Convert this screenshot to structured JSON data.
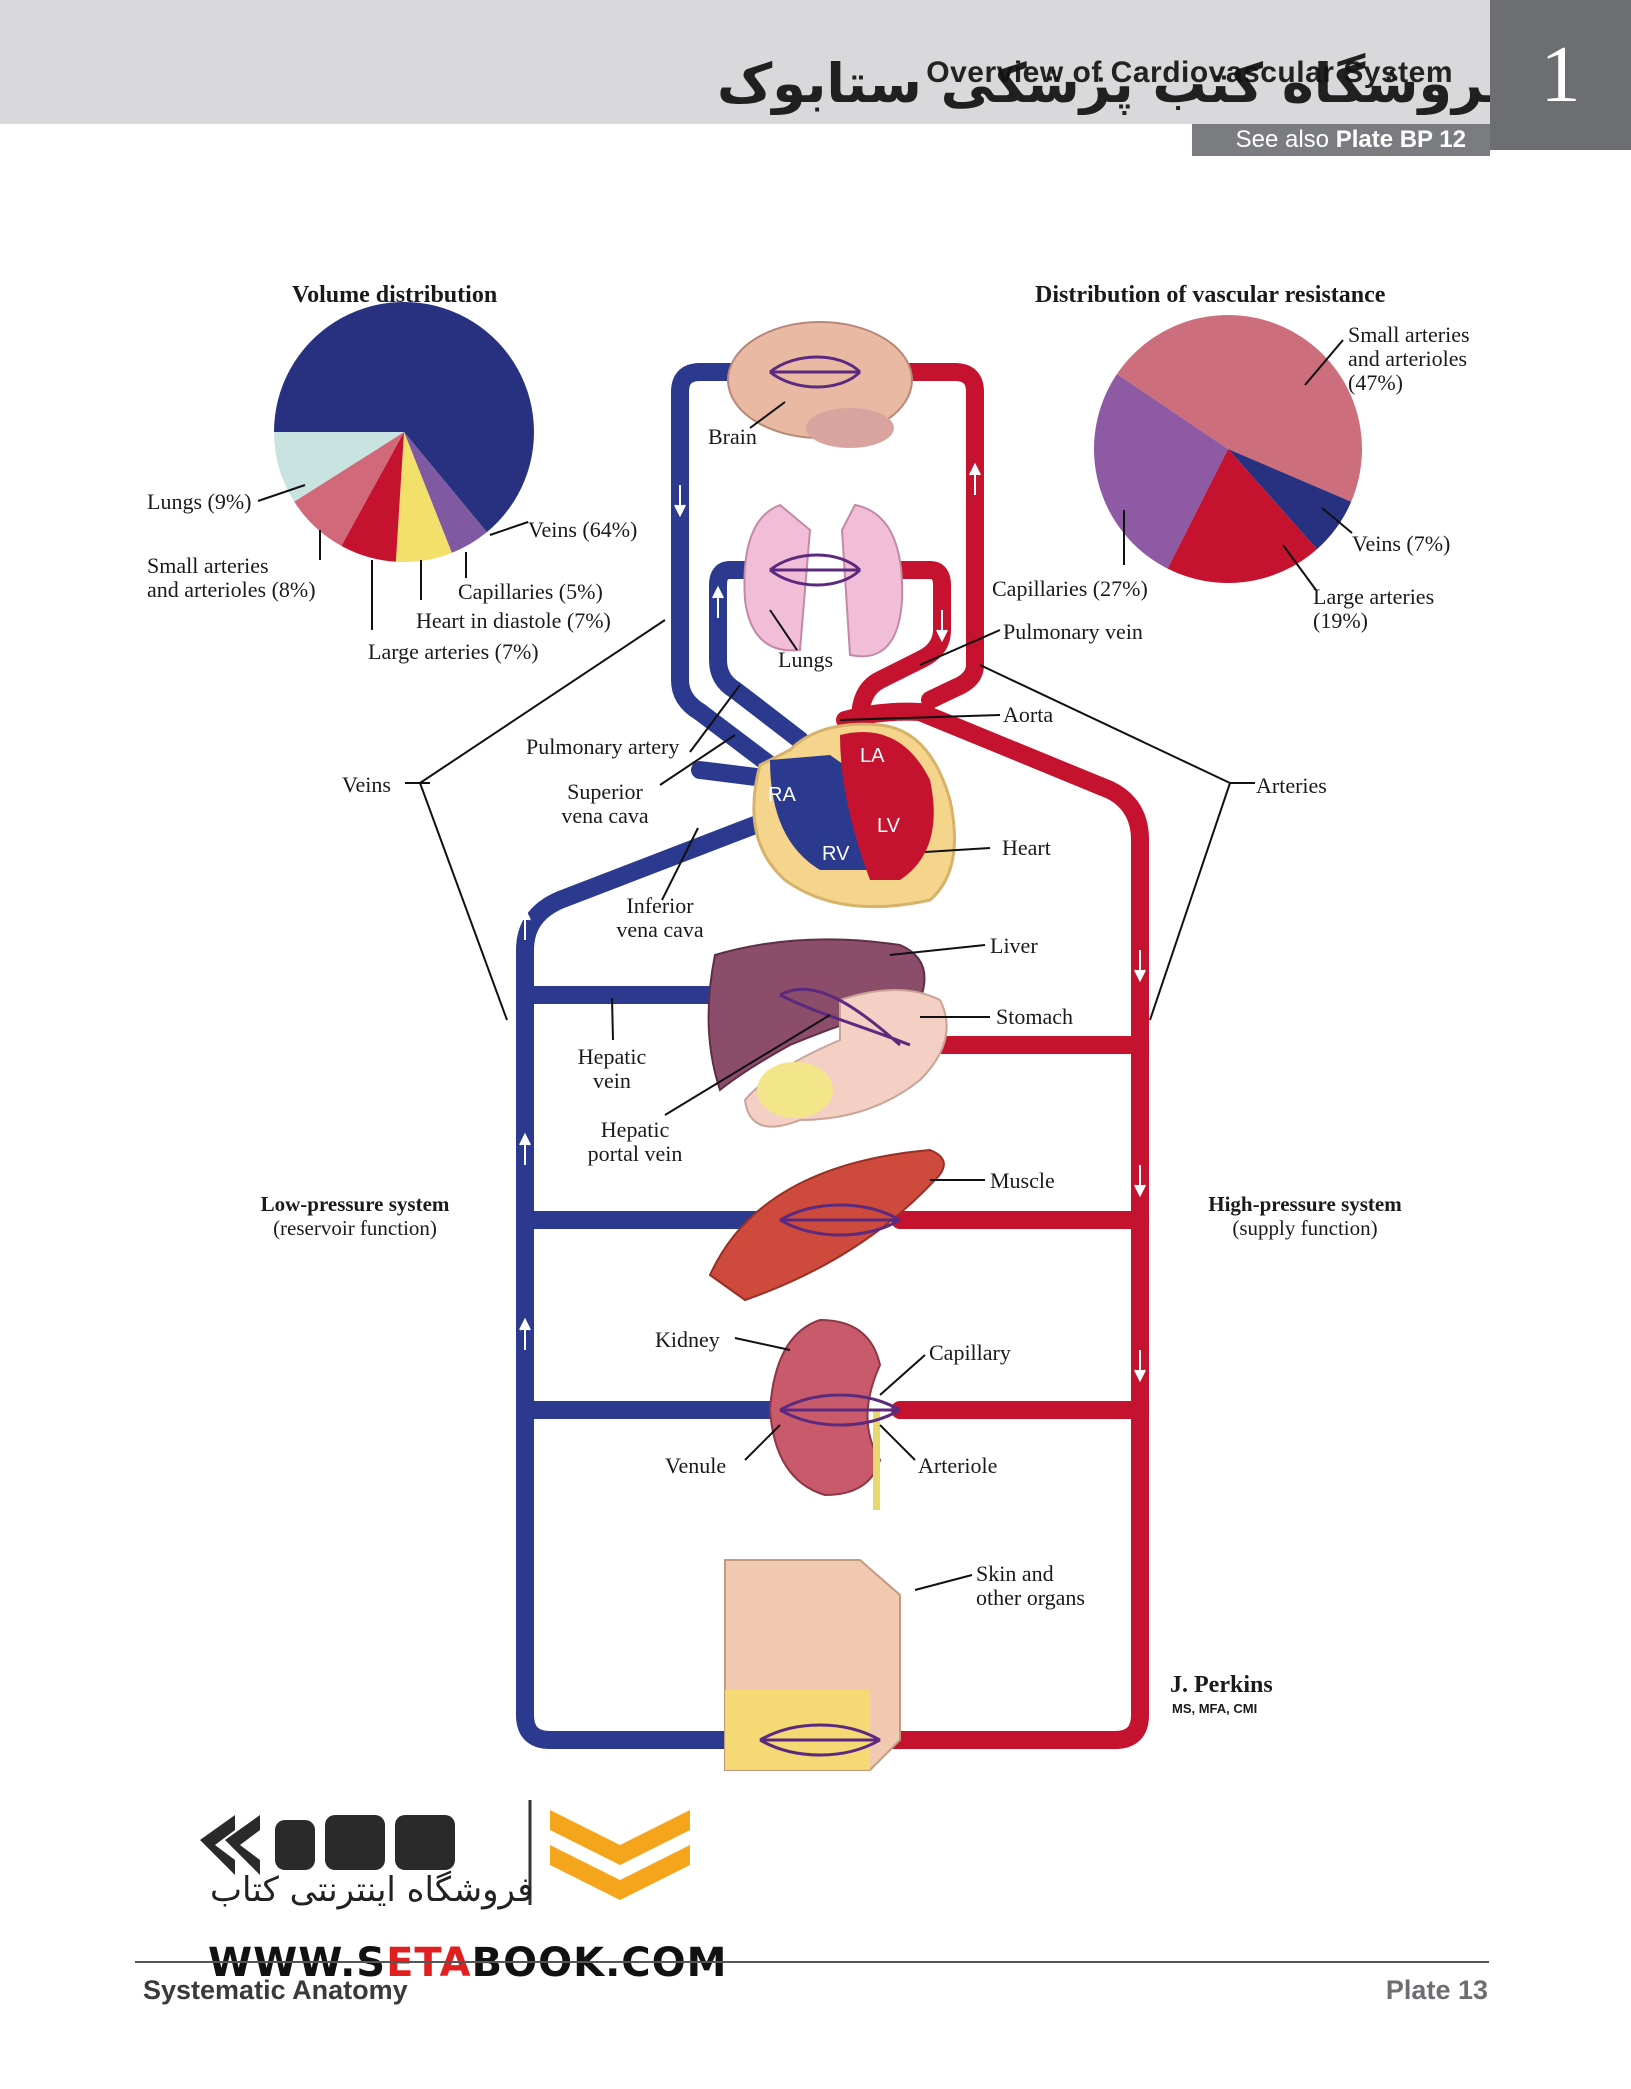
{
  "header": {
    "title": "Overview of Cardiovascular System",
    "persian_overlay": "فروشگاه کتب پزشکی ستابوک",
    "plate_number": "1",
    "see_also_prefix": "See also ",
    "see_also_ref": "Plate BP 12"
  },
  "charts": {
    "volume": {
      "title": "Volume distribution",
      "slices": [
        {
          "label": "Veins (64%)",
          "value": 64,
          "color": "#27317f"
        },
        {
          "label": "Capillaries (5%)",
          "value": 5,
          "color": "#7f5aa2"
        },
        {
          "label": "Heart in diastole (7%)",
          "value": 7,
          "color": "#f2e06a"
        },
        {
          "label": "Large arteries (7%)",
          "value": 7,
          "color": "#c4122f"
        },
        {
          "label": "Small arteries and arterioles (8%)",
          "value": 8,
          "color": "#d2697a"
        },
        {
          "label": "Lungs (9%)",
          "value": 9,
          "color": "#c9e4e0"
        }
      ],
      "labels": {
        "lungs": "Lungs (9%)",
        "small1": "Small arteries",
        "small2": "and arterioles (8%)",
        "veins": "Veins (64%)",
        "capillaries": "Capillaries (5%)",
        "heart": "Heart in diastole (7%)",
        "large": "Large arteries (7%)"
      }
    },
    "resistance": {
      "title": "Distribution of vascular resistance",
      "slices": [
        {
          "label": "Small arteries and arterioles (47%)",
          "value": 47,
          "color": "#cd6e7d"
        },
        {
          "label": "Veins (7%)",
          "value": 7,
          "color": "#27317f"
        },
        {
          "label": "Large arteries (19%)",
          "value": 19,
          "color": "#c4122f"
        },
        {
          "label": "Capillaries (27%)",
          "value": 27,
          "color": "#8e5aa3"
        }
      ],
      "labels": {
        "small1": "Small arteries",
        "small2": "and arterioles",
        "small3": "(47%)",
        "veins": "Veins (7%)",
        "large1": "Large arteries",
        "large2": "(19%)",
        "capillaries": "Capillaries (27%)"
      }
    }
  },
  "diagram": {
    "brain": "Brain",
    "lungs": "Lungs",
    "pulmonary_vein": "Pulmonary vein",
    "pulmonary_artery": "Pulmonary artery",
    "aorta": "Aorta",
    "superior_vena_cava_1": "Superior",
    "superior_vena_cava_2": "vena cava",
    "veins": "Veins",
    "arteries": "Arteries",
    "heart": "Heart",
    "inferior_vena_cava_1": "Inferior",
    "inferior_vena_cava_2": "vena cava",
    "liver": "Liver",
    "stomach": "Stomach",
    "hepatic_vein_1": "Hepatic",
    "hepatic_vein_2": "vein",
    "hepatic_portal_1": "Hepatic",
    "hepatic_portal_2": "portal vein",
    "muscle": "Muscle",
    "kidney": "Kidney",
    "capillary": "Capillary",
    "venule": "Venule",
    "arteriole": "Arteriole",
    "skin_1": "Skin and",
    "skin_2": "other organs",
    "ra": "RA",
    "la": "LA",
    "rv": "RV",
    "lv": "LV",
    "low_pressure_title": "Low-pressure system",
    "low_pressure_sub": "(reservoir function)",
    "high_pressure_title": "High-pressure system",
    "high_pressure_sub": "(supply function)",
    "vein_color": "#2b3a8f",
    "artery_color": "#c4122f"
  },
  "credit": {
    "name": "J. Perkins",
    "degrees": "MS, MFA, CMI"
  },
  "watermark": {
    "persian": "فروشگاه اینترنتی کتاب",
    "url_a": "WWW.S",
    "url_b": "ETA",
    "url_c": "BOOK.COM"
  },
  "footer": {
    "left": "Systematic Anatomy",
    "right": "Plate 13"
  }
}
